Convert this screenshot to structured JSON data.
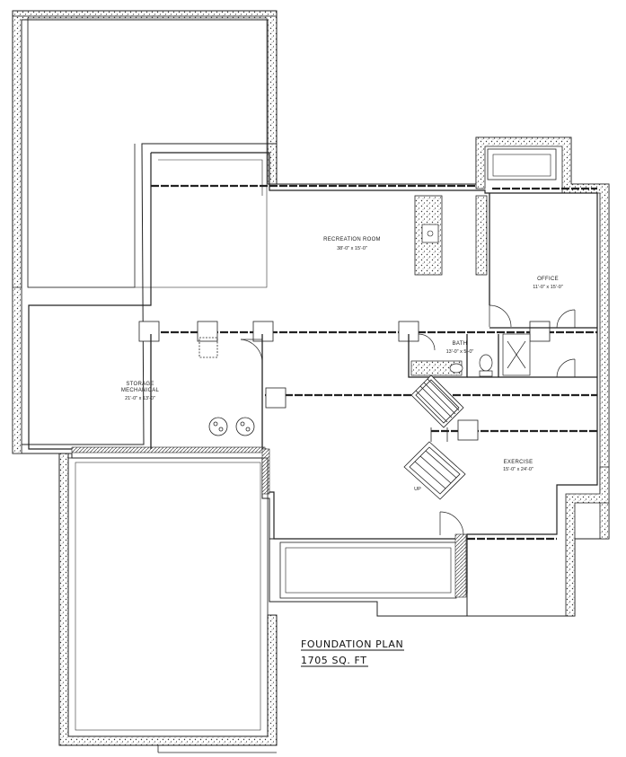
{
  "title": {
    "plan_name": "FOUNDATION PLAN",
    "area": "1705 SQ. FT"
  },
  "rooms": {
    "recreation": {
      "name": "RECREATION ROOM",
      "dims": "38'-0\" x 15'-0\""
    },
    "office": {
      "name": "OFFICE",
      "dims": "11'-0\" x 15'-0\""
    },
    "bath": {
      "name": "BATH",
      "dims": "13'-0\" x 5'-0\""
    },
    "storage": {
      "name": "STORAGE",
      "name2": "MECHANICAL",
      "dims": "21'-0\" x 13'-0\""
    },
    "exercise": {
      "name": "EXERCISE",
      "dims": "15'-0\" x 24'-0\""
    }
  },
  "stair": {
    "label": "UP"
  },
  "colors": {
    "wall": "#222222",
    "background": "#ffffff"
  }
}
